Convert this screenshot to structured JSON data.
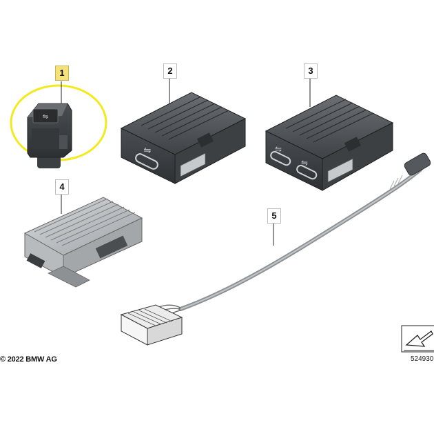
{
  "callouts": {
    "c1": "1",
    "c2": "2",
    "c3": "3",
    "c4": "4",
    "c5": "5"
  },
  "footer": {
    "copyright": "© 2022 BMW AG",
    "reference": "524930"
  },
  "colors": {
    "highlight_ring": "#f2ea1c",
    "callout_highlight": "#f5e27a",
    "part_dark": "#3a3d40",
    "part_mid": "#55595d",
    "part_light": "#9a9ea2",
    "cable": "#8e9295"
  }
}
